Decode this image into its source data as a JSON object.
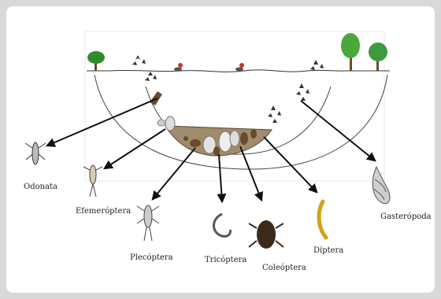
{
  "labels": {
    "odonata": "Odonata",
    "efemeroptera": "Efemeróptera",
    "plecoptera": "Plecóptera",
    "tricoptera": "Tricóptera",
    "coleoptera": "Coleóptera",
    "diptera": "Díptera",
    "gasteropoda": "Gasterópoda"
  },
  "colors": {
    "arrow": "#111111",
    "tree_foliage": "#2e8b2e",
    "sediment": "#a08b6d",
    "pebble": "#6b4a2b",
    "duck_head": "#c0392b"
  }
}
